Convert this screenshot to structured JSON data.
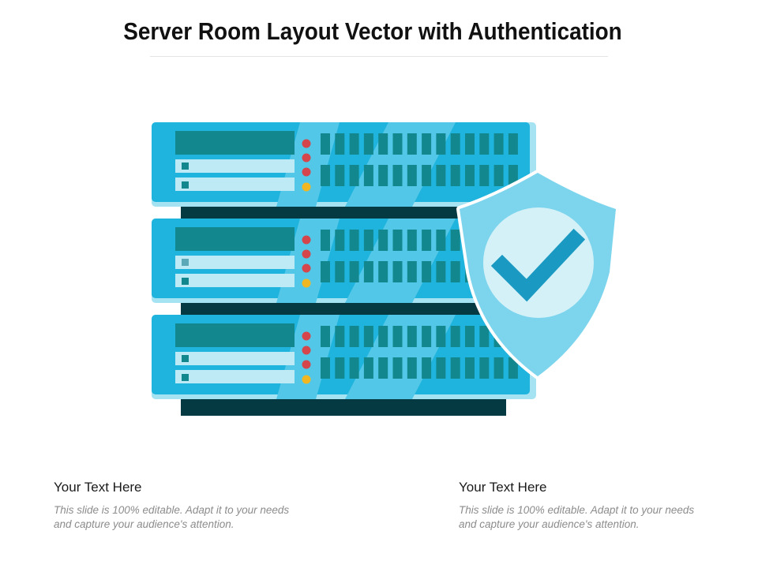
{
  "slide": {
    "title": "Server Room Layout Vector with Authentication"
  },
  "illustration": {
    "subject": "server-rack-with-shield",
    "icons": [
      "server-unit-icon",
      "security-shield-icon",
      "checkmark-icon"
    ],
    "colors": {
      "server_bg": "#1fb4dd",
      "server_stripe": "#53c7e8",
      "server_bezel": "#a5e2f2",
      "panel_dark": "#12888e",
      "slot_light": "#bdeaf5",
      "base_dark": "#063a42",
      "led_red": "#d5464c",
      "led_yellow": "#f0b722",
      "shield_fill": "#7dd5ed",
      "shield_inner": "#d5f1f8",
      "check_color": "#1a9ac2"
    }
  },
  "columns": [
    {
      "heading": "Your Text Here",
      "body": "This slide is 100% editable.  Adapt it to your needs and capture your audience's attention."
    },
    {
      "heading": "Your Text Here",
      "body": "This slide is 100% editable.  Adapt it to your needs and capture your audience's attention."
    }
  ]
}
